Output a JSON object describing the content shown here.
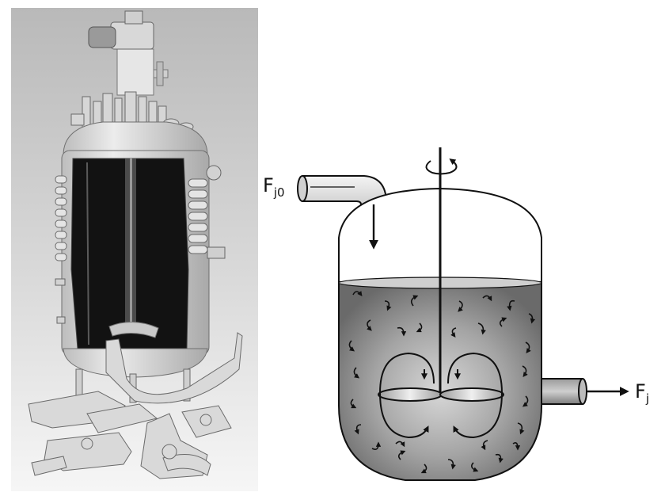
{
  "labels": {
    "inlet_main": "F",
    "inlet_sub": "j0",
    "outlet_main": "F",
    "outlet_sub": "j"
  },
  "colors": {
    "background": "#ffffff",
    "ink": "#111111",
    "liquid_dark": "#6f6f6f",
    "liquid_light": "#d6d6d6",
    "photo_bg_top": "#bdbdbd",
    "photo_bg_bottom": "#f4f4f4",
    "vessel_shell": "#dcdcdc",
    "vessel_interior": "#121212"
  },
  "icons": {
    "rotation": "rotation-arrow-icon",
    "inlet_flow": "down-arrow-icon",
    "outlet_flow": "right-arrow-icon"
  }
}
